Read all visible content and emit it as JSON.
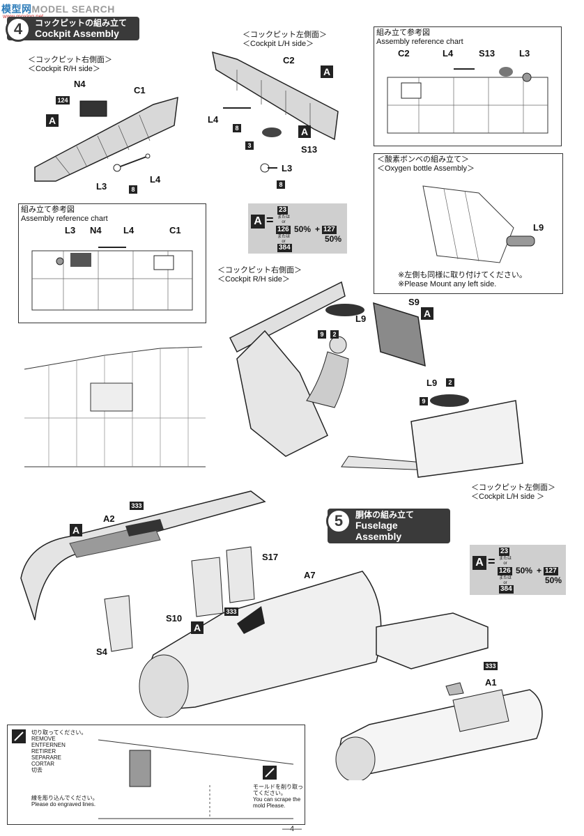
{
  "watermark": {
    "part_a": "模型网",
    "part_b": "MODEL SEARCH",
    "sub": "www.moxing.net"
  },
  "step4": {
    "number": "4",
    "title_jp": "コックピットの組み立て",
    "title_en": "Cockpit Assembly"
  },
  "step5": {
    "number": "5",
    "title_jp": "胴体の組み立て",
    "title_en": "Fuselage Assembly"
  },
  "captions": {
    "rh_jp": "＜コックピット右側面＞",
    "rh_en": "＜Cockpit R/H side＞",
    "lh_jp": "＜コックピット左側面＞",
    "lh_en": "＜Cockpit L/H side＞",
    "rh2_jp": "＜コックピット右側面＞",
    "rh2_en": "＜Cockpit R/H side＞",
    "lh2_jp": "＜コックピット左側面＞",
    "lh2_en": "＜Cockpit L/H side ＞",
    "ref1_jp": "組み立て参考図",
    "ref1_en": "Assembly reference chart",
    "ref2_jp": "組み立て参考図",
    "ref2_en": "Assembly reference chart",
    "oxy_jp": "＜酸素ボンベの組み立て＞",
    "oxy_en": "＜Oxygen bottle Assembly＞",
    "oxy_note_jp": "※左側も同様に取り付けてください。",
    "oxy_note_en": "※Please Mount any left side."
  },
  "parts": {
    "N4": "N4",
    "C1": "C1",
    "L3": "L3",
    "L4": "L4",
    "C2": "C2",
    "S13": "S13",
    "L9": "L9",
    "S9": "S9",
    "A": "A",
    "A2": "A2",
    "A7": "A7",
    "A1": "A1",
    "S4": "S4",
    "S10": "S10",
    "S17": "S17"
  },
  "color_tags": {
    "c124": "124",
    "c8": "8",
    "c3": "3",
    "c9": "9",
    "c2": "2",
    "c333": "333"
  },
  "color_mix": {
    "letter": "A",
    "eq": "=",
    "c1": "23",
    "or1_jp": "または",
    "or1_en": "or",
    "c2": "126",
    "p2": "50%",
    "plus": "+",
    "c3": "127",
    "p3": "50%",
    "or2_jp": "または",
    "or2_en": "or",
    "c4": "384"
  },
  "remove_box": {
    "cut_jp": "切り取ってください。",
    "remove": "REMOVE",
    "entfernen": "ENTFERNEN",
    "retirer": "RETIRER",
    "separare": "SEPARARE",
    "cortar": "CORTAR",
    "cut_cn": "切去",
    "engrave_jp": "線を彫り込んでください。",
    "engrave_en": "Please do engraved lines.",
    "scrape_jp": "モールドを削り取ってください。",
    "scrape_en1": "You can scrape the",
    "scrape_en2": "mold Please."
  },
  "page_number": "—4—"
}
